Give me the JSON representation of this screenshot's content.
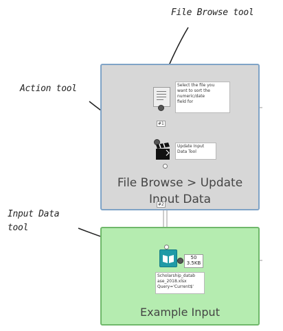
{
  "callouts": {
    "file_browse": "File Browse tool",
    "action": "Action tool",
    "input_data_line1": "Input Data",
    "input_data_line2": "tool"
  },
  "containers": {
    "file_browse_update": {
      "label_line1": "File Browse > Update",
      "label_line2": "Input Data",
      "fill": "#d7d7d7",
      "border": "#7fa3c6"
    },
    "example_input": {
      "label": "Example Input",
      "fill": "#b5ecb0",
      "border": "#6fb86a"
    }
  },
  "tools": {
    "file_browse": {
      "icon": "document-icon",
      "annotation": [
        "Select the file you",
        "want to sort the",
        "numeric/date",
        "field for"
      ]
    },
    "action": {
      "icon": "clapperboard-icon",
      "annotation": [
        "Update Input",
        "Data Tool"
      ]
    },
    "input_data": {
      "icon": "open-book-icon",
      "annotation": [
        "Scholarship_datab",
        "ase_2018.xlsx",
        "Query='Current$'"
      ],
      "record_count": "50",
      "size": "3.5KB"
    }
  },
  "connections": {
    "label1": "#1",
    "label2": "#2"
  }
}
